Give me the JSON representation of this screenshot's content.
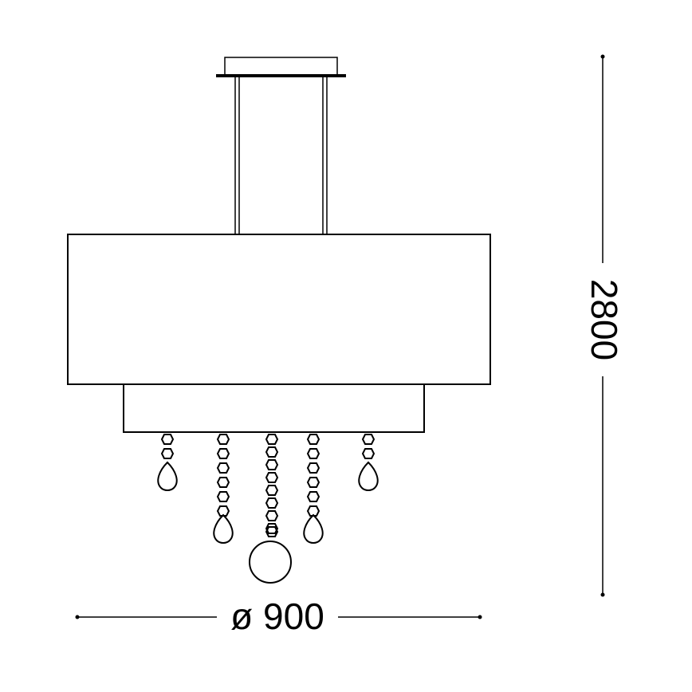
{
  "diagram": {
    "subject": "pendant chandelier technical drawing",
    "colors": {
      "stroke": "#000000",
      "background": "#ffffff"
    },
    "dimensions": {
      "width_label": "ø 900",
      "height_label": "2800"
    },
    "parts": [
      {
        "name": "ceiling canopy"
      },
      {
        "name": "suspension rods",
        "count": 2
      },
      {
        "name": "upper drum shade"
      },
      {
        "name": "lower drum shade"
      },
      {
        "name": "crystal strands",
        "count": 5,
        "beads_per_strand": [
          2,
          6,
          8,
          6,
          2
        ],
        "pendants": [
          "teardrop",
          "teardrop",
          "sphere",
          "teardrop",
          "teardrop"
        ]
      }
    ]
  }
}
